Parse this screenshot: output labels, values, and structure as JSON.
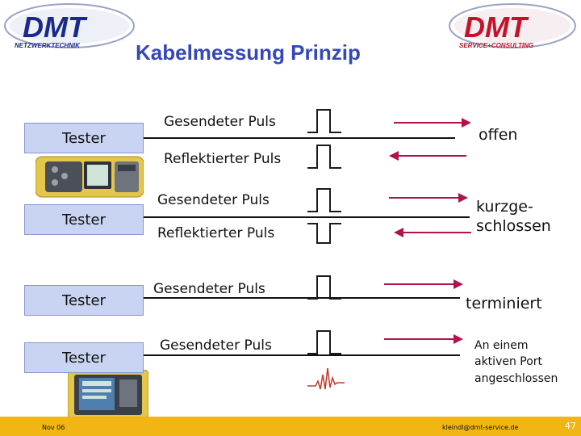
{
  "header": {
    "title": "Kabelmessung Prinzip",
    "logo_left": {
      "mark": "DMT",
      "subtitle": "NETZWERKTECHNIK"
    },
    "logo_right": {
      "mark": "DMT",
      "subtitle": "SERVICE+CONSULTING"
    }
  },
  "rows": [
    {
      "tester_label": "Tester",
      "sent_label": "Gesendeter Puls",
      "reflected_label": "Reflektierter Puls",
      "result": "offen"
    },
    {
      "tester_label": "Tester",
      "sent_label": "Gesendeter Puls",
      "reflected_label": "Reflektierter Puls",
      "result_line1": "kurzge-",
      "result_line2": "schlossen"
    },
    {
      "tester_label": "Tester",
      "sent_label": "Gesendeter Puls",
      "result": "terminiert"
    },
    {
      "tester_label": "Tester",
      "sent_label": "Gesendeter Puls",
      "result_line1": "An einem",
      "result_line2": "aktiven Port",
      "result_line3": "angeschlossen"
    }
  ],
  "footer": {
    "date": "Nov 06",
    "email": "kleindl@dmt-service.de",
    "page": "47"
  },
  "colors": {
    "title_blue": "#3548b8",
    "tester_box": "#c9d4f3",
    "pulse_dark": "#1a1a1a",
    "pulse_red": "#c0392b",
    "arrow_red": "#b0124c",
    "footer_bar": "#f1b514",
    "logo_blue": "#1a2a8a",
    "logo_red": "#c3122a"
  },
  "icons": [
    "dmt-logo-left",
    "dmt-logo-right",
    "cable-tester-device",
    "pulse-up-icon",
    "pulse-down-icon",
    "noise-signal-icon",
    "arrow-right-icon",
    "arrow-left-icon"
  ]
}
